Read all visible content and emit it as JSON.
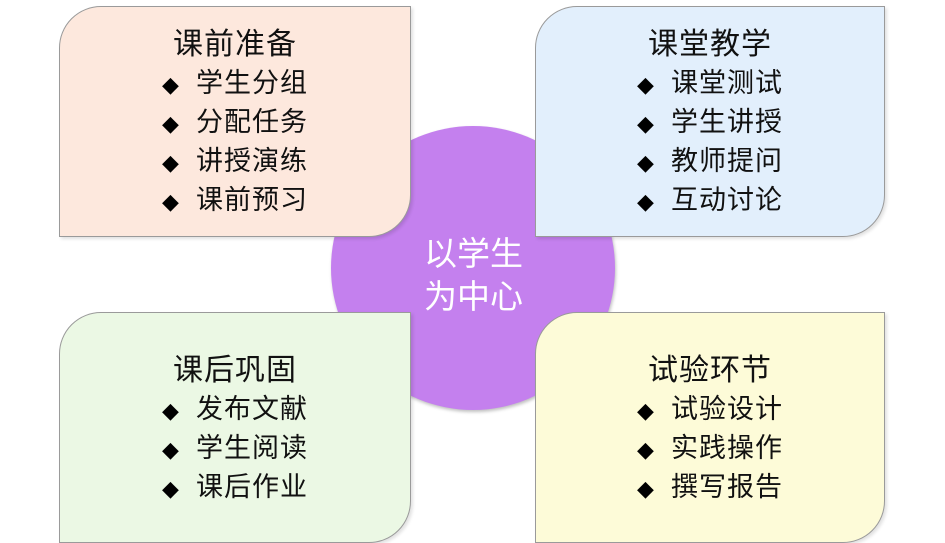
{
  "center": {
    "line1": "以学生",
    "line2": "为中心"
  },
  "bullet_glyph": "◆",
  "colors": {
    "circle": "#c480ee",
    "card_top_left": "#fde8dd",
    "card_top_right": "#e2effc",
    "card_bottom_left": "#ebf8e4",
    "card_bottom_right": "#fdfbd8"
  },
  "cards": {
    "top_left": {
      "title": "课前准备",
      "items": [
        "学生分组",
        "分配任务",
        "讲授演练",
        "课前预习"
      ]
    },
    "top_right": {
      "title": "课堂教学",
      "items": [
        "课堂测试",
        "学生讲授",
        "教师提问",
        "互动讨论"
      ]
    },
    "bottom_left": {
      "title": "课后巩固",
      "items": [
        "发布文献",
        "学生阅读",
        "课后作业"
      ]
    },
    "bottom_right": {
      "title": "试验环节",
      "items": [
        "试验设计",
        "实践操作",
        "撰写报告"
      ]
    }
  }
}
